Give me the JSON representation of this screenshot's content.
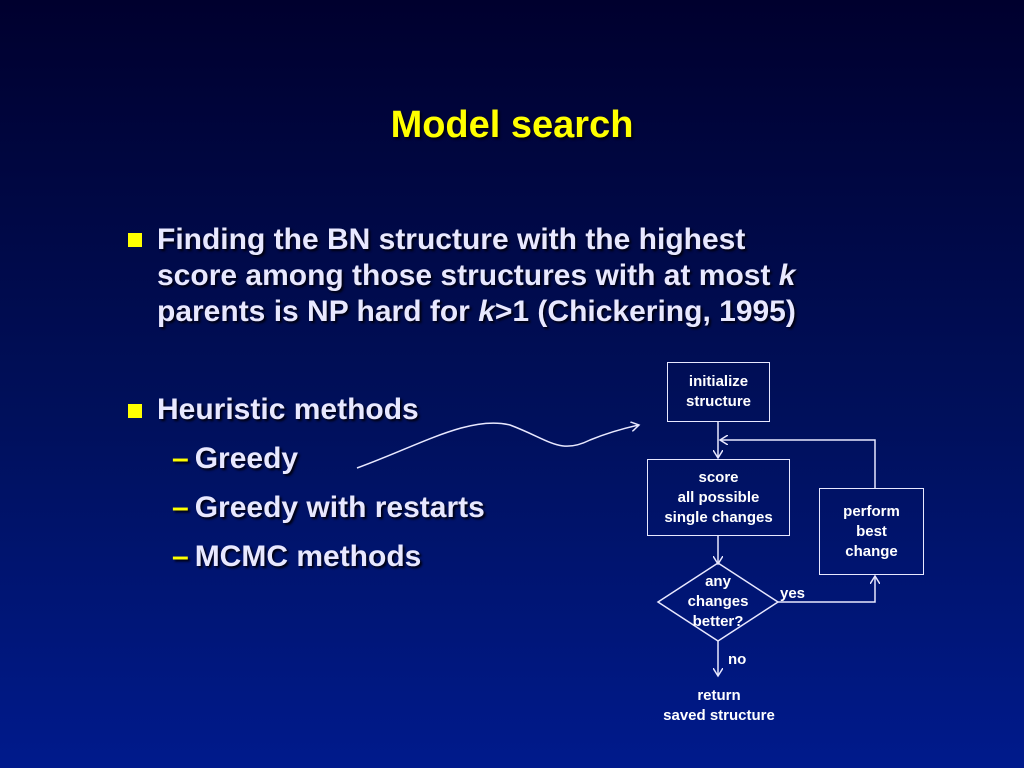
{
  "slide": {
    "title": "Model search",
    "bullet1": {
      "line1": "Finding the BN structure with the highest",
      "line2_a": "score among those structures with at most ",
      "line2_k": "k",
      "line3_a": "parents is NP hard for ",
      "line3_k": "k",
      "line3_b": ">1 (Chickering, 1995)"
    },
    "bullet2": {
      "text": "Heuristic methods",
      "subitems": [
        "Greedy",
        "Greedy with restarts",
        "MCMC methods"
      ]
    }
  },
  "flowchart": {
    "initialize": [
      "initialize",
      "structure"
    ],
    "score": [
      "score",
      "all possible",
      "single changes"
    ],
    "decision": [
      "any",
      "changes",
      "better?"
    ],
    "perform": [
      "perform",
      "best",
      "change"
    ],
    "yes_label": "yes",
    "no_label": "no",
    "return": [
      "return",
      "saved structure"
    ]
  },
  "colors": {
    "background_top": "#00002e",
    "background_bottom": "#001a8c",
    "title": "#ffff00",
    "text": "#e8e8ff",
    "accent": "#ffff00"
  }
}
